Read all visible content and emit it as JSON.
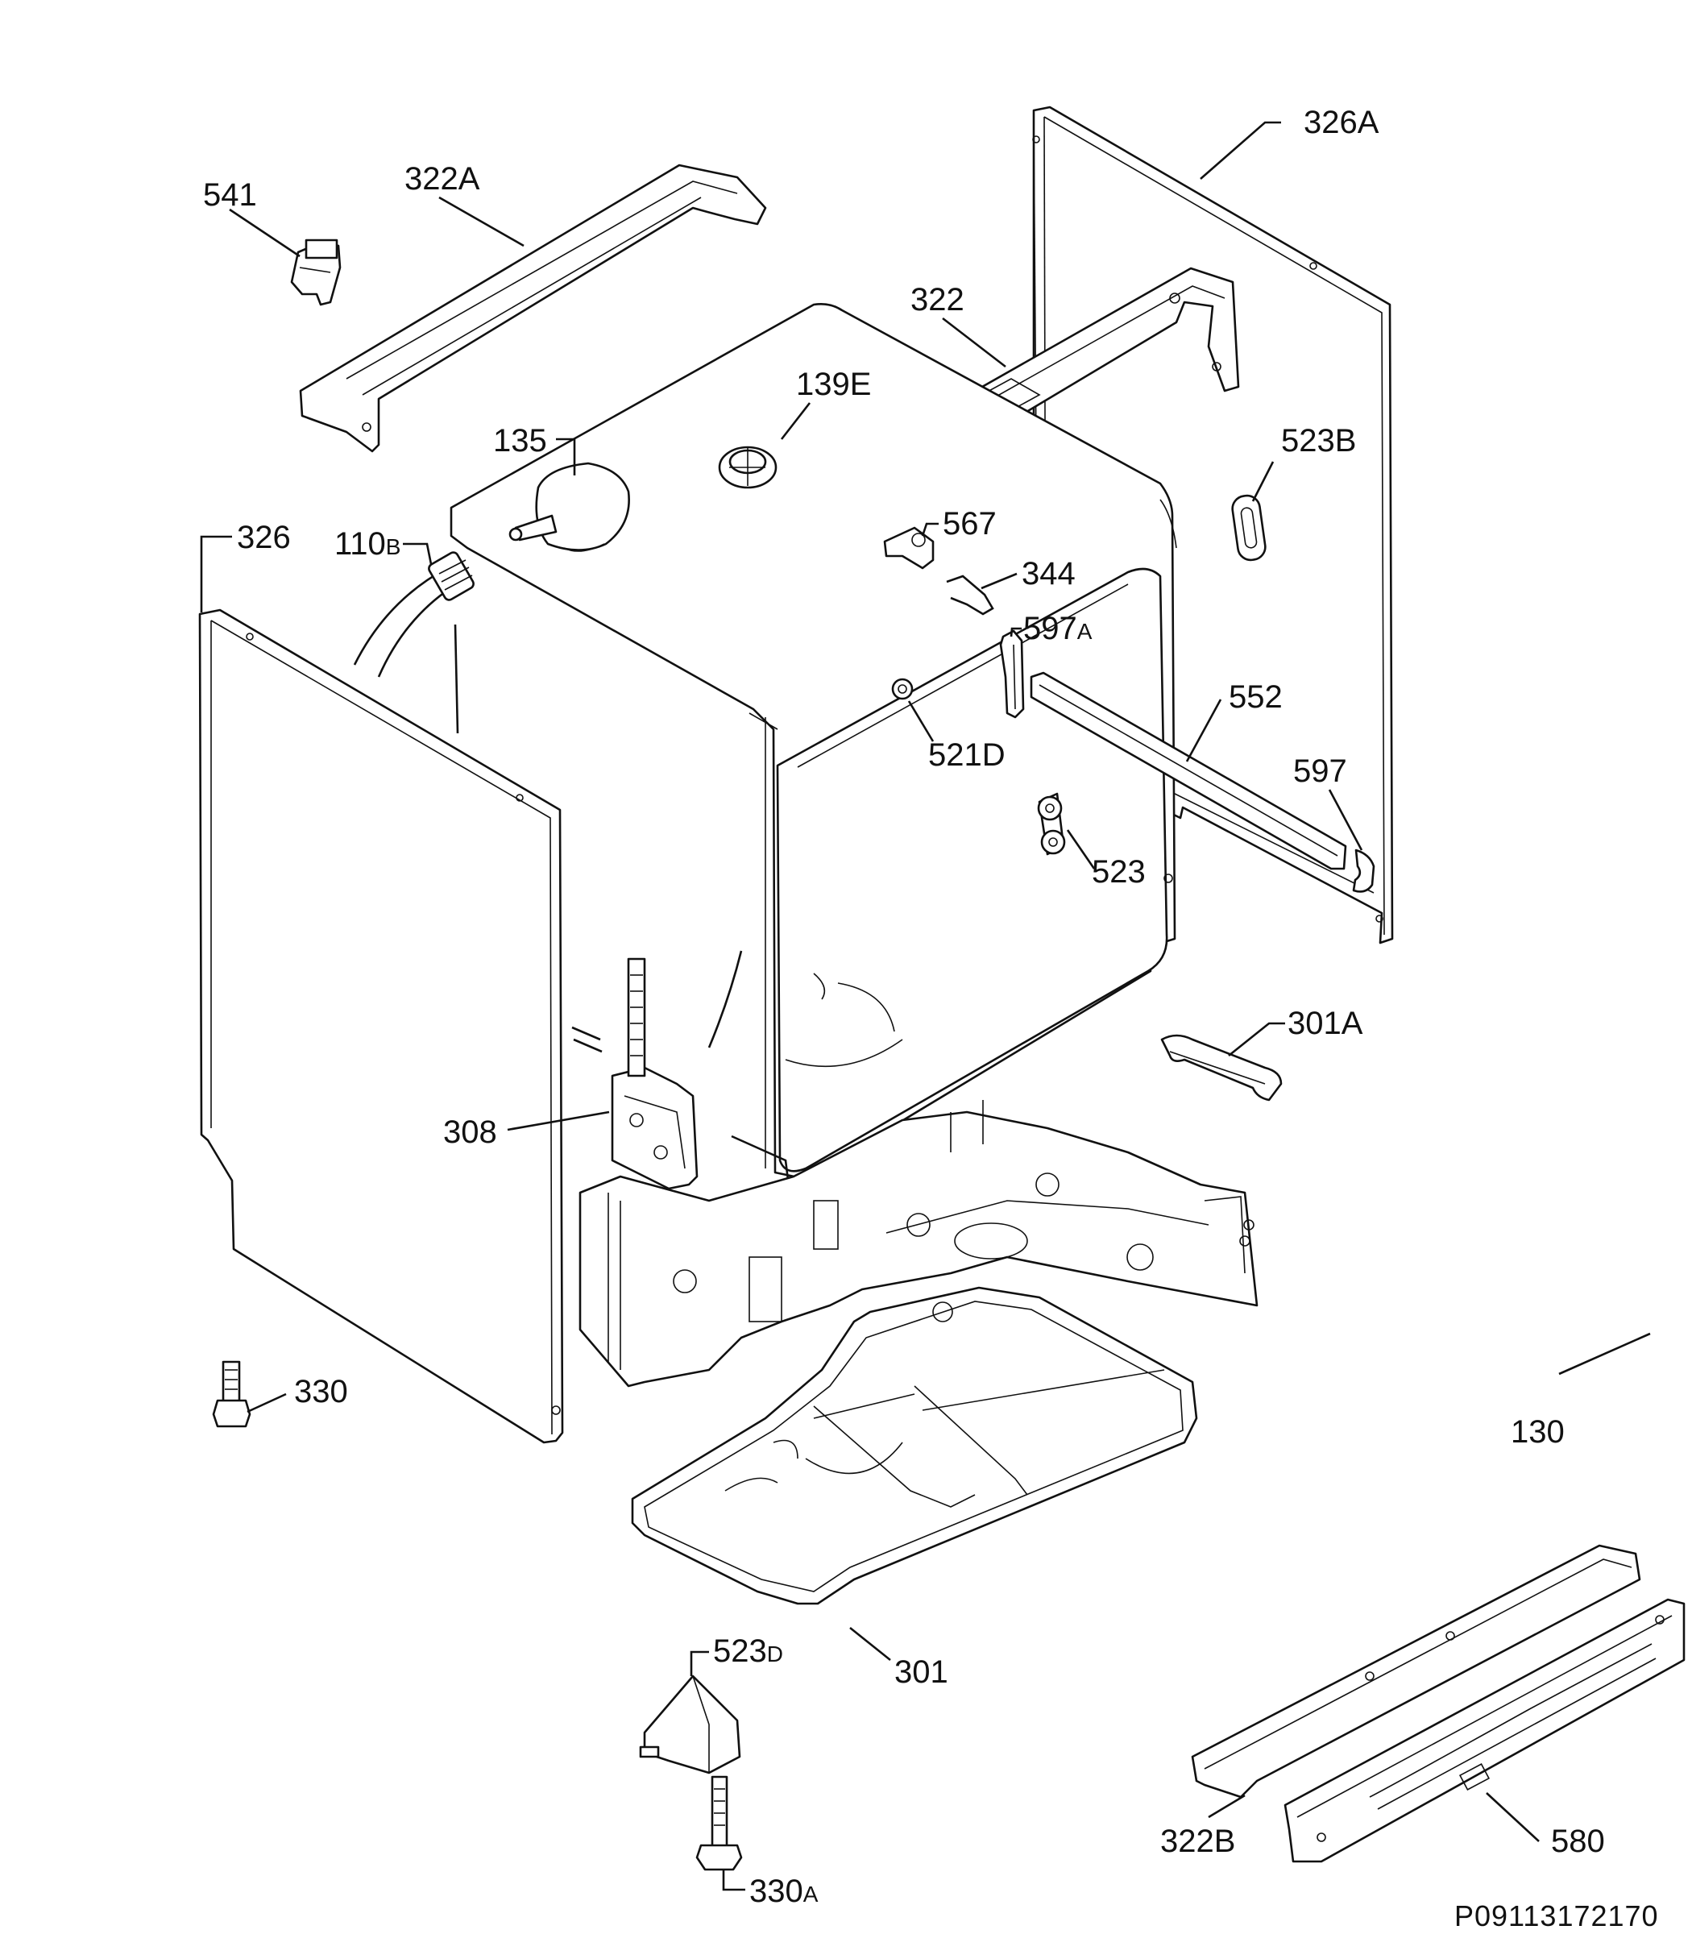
{
  "diagram_number": "P09113172170",
  "parts": [
    {
      "id": "541",
      "text": "541"
    },
    {
      "id": "322A",
      "text": "322A"
    },
    {
      "id": "326A",
      "text": "326A"
    },
    {
      "id": "322",
      "text": "322"
    },
    {
      "id": "139E",
      "text": "139E"
    },
    {
      "id": "135",
      "text": "135"
    },
    {
      "id": "523B",
      "text": "523B"
    },
    {
      "id": "567",
      "text": "567"
    },
    {
      "id": "326",
      "text": "326"
    },
    {
      "id": "110B",
      "text": "110",
      "sub": "B"
    },
    {
      "id": "344",
      "text": "344"
    },
    {
      "id": "597A",
      "text": "597",
      "sub": "A"
    },
    {
      "id": "552",
      "text": "552"
    },
    {
      "id": "521D",
      "text": "521D"
    },
    {
      "id": "597",
      "text": "597"
    },
    {
      "id": "523",
      "text": "523"
    },
    {
      "id": "301A",
      "text": "301A"
    },
    {
      "id": "308",
      "text": "308"
    },
    {
      "id": "330",
      "text": "330"
    },
    {
      "id": "130",
      "text": "130"
    },
    {
      "id": "523D",
      "text": "523",
      "sub": "D"
    },
    {
      "id": "301",
      "text": "301"
    },
    {
      "id": "322B",
      "text": "322B"
    },
    {
      "id": "580",
      "text": "580"
    },
    {
      "id": "330A",
      "text": "330",
      "sub": "A"
    }
  ]
}
